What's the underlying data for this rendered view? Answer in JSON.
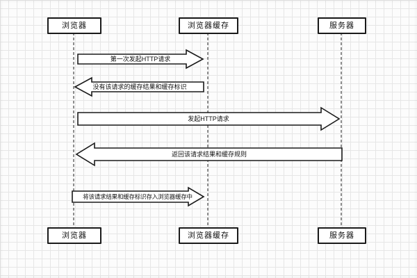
{
  "diagram": {
    "actors": [
      "浏览器",
      "浏览器缓存",
      "服务器"
    ],
    "messages": [
      {
        "label": "第一次发起HTTP请求",
        "from": "浏览器",
        "to": "浏览器缓存",
        "direction": "right"
      },
      {
        "label": "没有该请求的缓存结果和缓存标识",
        "from": "浏览器缓存",
        "to": "浏览器",
        "direction": "left"
      },
      {
        "label": "发起HTTP请求",
        "from": "浏览器",
        "to": "服务器",
        "direction": "right"
      },
      {
        "label": "返回该请求结果和缓存规则",
        "from": "服务器",
        "to": "浏览器",
        "direction": "left"
      },
      {
        "label": "将该请求结果和缓存标识存入浏览器缓存中",
        "from": "浏览器",
        "to": "浏览器缓存",
        "direction": "right"
      }
    ],
    "colors": {
      "stroke": "#1a1a1a",
      "arrow_fill": "#ffffff",
      "grid": "#e6e6e6",
      "background": "#fcfcfc"
    }
  }
}
